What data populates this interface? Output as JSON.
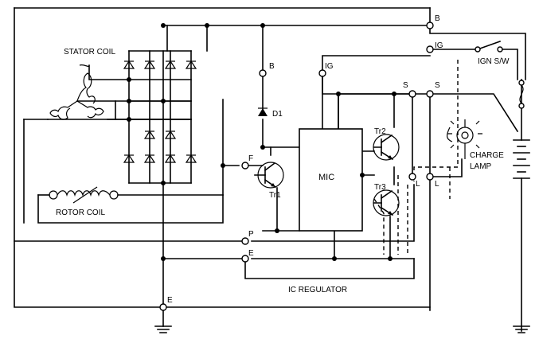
{
  "labels": {
    "stator_coil": "STATOR COIL",
    "rotor_coil": "ROTOR COIL",
    "d1": "D1",
    "mic": "MIC",
    "tr1": "Tr1",
    "tr2": "Tr2",
    "tr3": "Tr3",
    "ic_regulator": "IC REGULATOR",
    "charge": "CHARGE",
    "lamp": "LAMP",
    "ign_sw": "IGN S/W"
  },
  "terminals": {
    "b_outer": "B",
    "ig_outer": "IG",
    "s_outer": "S",
    "l_outer": "L",
    "b_inner": "B",
    "ig_inner": "IG",
    "s_inner": "S",
    "f": "F",
    "l_inner": "L",
    "p": "P",
    "e_inner": "E",
    "e_outer": "E"
  }
}
